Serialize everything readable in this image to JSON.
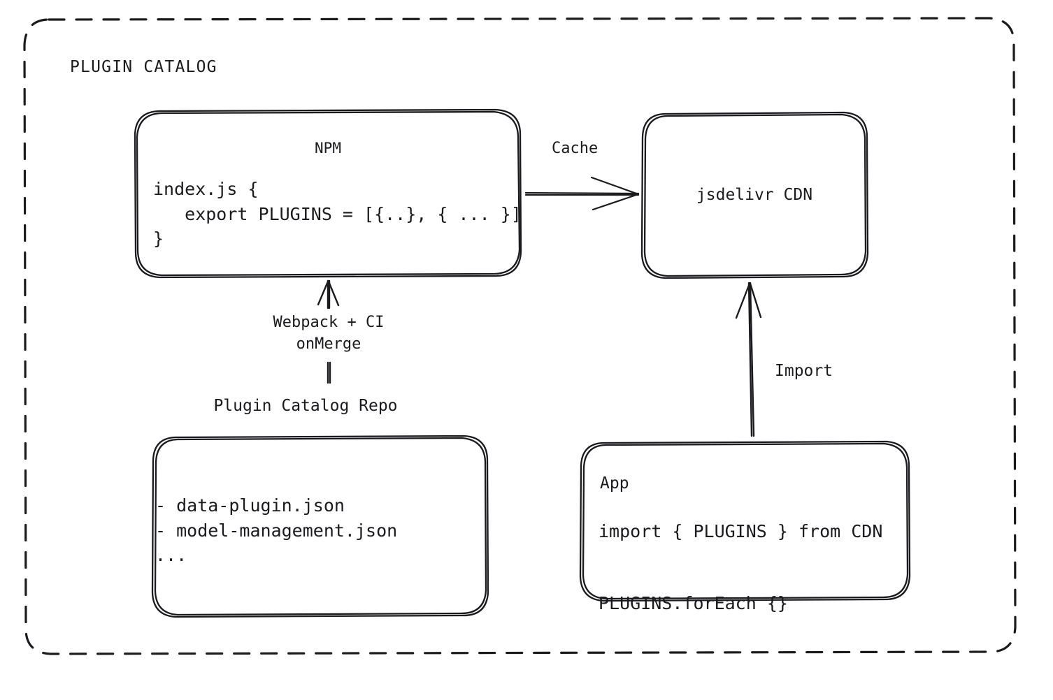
{
  "diagram": {
    "type": "flow-diagram",
    "style": "hand-drawn",
    "stroke_color": "#1b1b1f",
    "background_color": "#ffffff",
    "container": {
      "title": "PLUGIN CATALOG",
      "border": "dashed"
    },
    "nodes": {
      "npm": {
        "title": "NPM",
        "code": "index.js {\n   export PLUGINS = [{..}, { ... }]\n}"
      },
      "cdn": {
        "title": "jsdelivr CDN"
      },
      "repo": {
        "label": "Plugin Catalog Repo",
        "code": "- data-plugin.json\n- model-management.json\n..."
      },
      "app": {
        "title": "App",
        "code": "import { PLUGINS } from CDN\n\nPLUGINS.forEach {}"
      }
    },
    "edges": {
      "npm_to_cdn": {
        "label": "Cache",
        "direction": "right"
      },
      "repo_to_npm": {
        "label": "Webpack + CI\nonMerge",
        "direction": "up"
      },
      "app_to_cdn": {
        "label": "Import",
        "direction": "up"
      }
    }
  }
}
